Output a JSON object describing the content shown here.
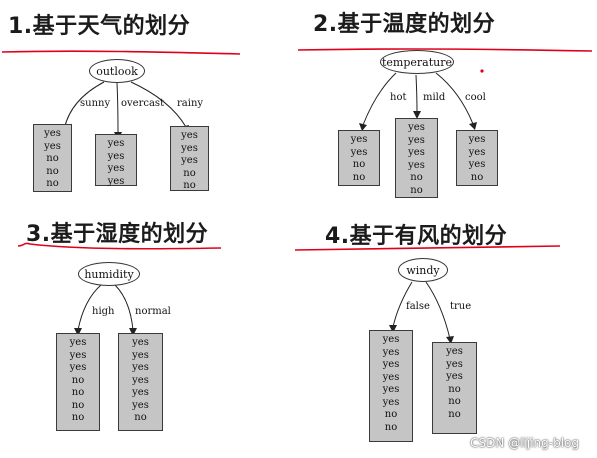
{
  "colors": {
    "underline": "#e0001b",
    "leaf_fill": "#c5c5c5",
    "annotation_dot": "#e0001b"
  },
  "sections": [
    {
      "heading": "1.基于天气的划分",
      "attribute": "outlook",
      "branches": [
        {
          "label": "sunny",
          "values": [
            "yes",
            "yes",
            "no",
            "no",
            "no"
          ]
        },
        {
          "label": "overcast",
          "values": [
            "yes",
            "yes",
            "yes",
            "yes"
          ]
        },
        {
          "label": "rainy",
          "values": [
            "yes",
            "yes",
            "yes",
            "no",
            "no"
          ]
        }
      ]
    },
    {
      "heading": "2.基于温度的划分",
      "attribute": "temperature",
      "branches": [
        {
          "label": "hot",
          "values": [
            "yes",
            "yes",
            "no",
            "no"
          ]
        },
        {
          "label": "mild",
          "values": [
            "yes",
            "yes",
            "yes",
            "yes",
            "no",
            "no"
          ]
        },
        {
          "label": "cool",
          "values": [
            "yes",
            "yes",
            "yes",
            "no"
          ]
        }
      ]
    },
    {
      "heading": "3.基于湿度的划分",
      "attribute": "humidity",
      "branches": [
        {
          "label": "high",
          "values": [
            "yes",
            "yes",
            "yes",
            "no",
            "no",
            "no",
            "no"
          ]
        },
        {
          "label": "normal",
          "values": [
            "yes",
            "yes",
            "yes",
            "yes",
            "yes",
            "yes",
            "no"
          ]
        }
      ]
    },
    {
      "heading": "4.基于有风的划分",
      "attribute": "windy",
      "branches": [
        {
          "label": "false",
          "values": [
            "yes",
            "yes",
            "yes",
            "yes",
            "yes",
            "yes",
            "no",
            "no"
          ]
        },
        {
          "label": "true",
          "values": [
            "yes",
            "yes",
            "yes",
            "no",
            "no",
            "no"
          ]
        }
      ]
    }
  ],
  "watermark": "CSDN @lijing-blog"
}
